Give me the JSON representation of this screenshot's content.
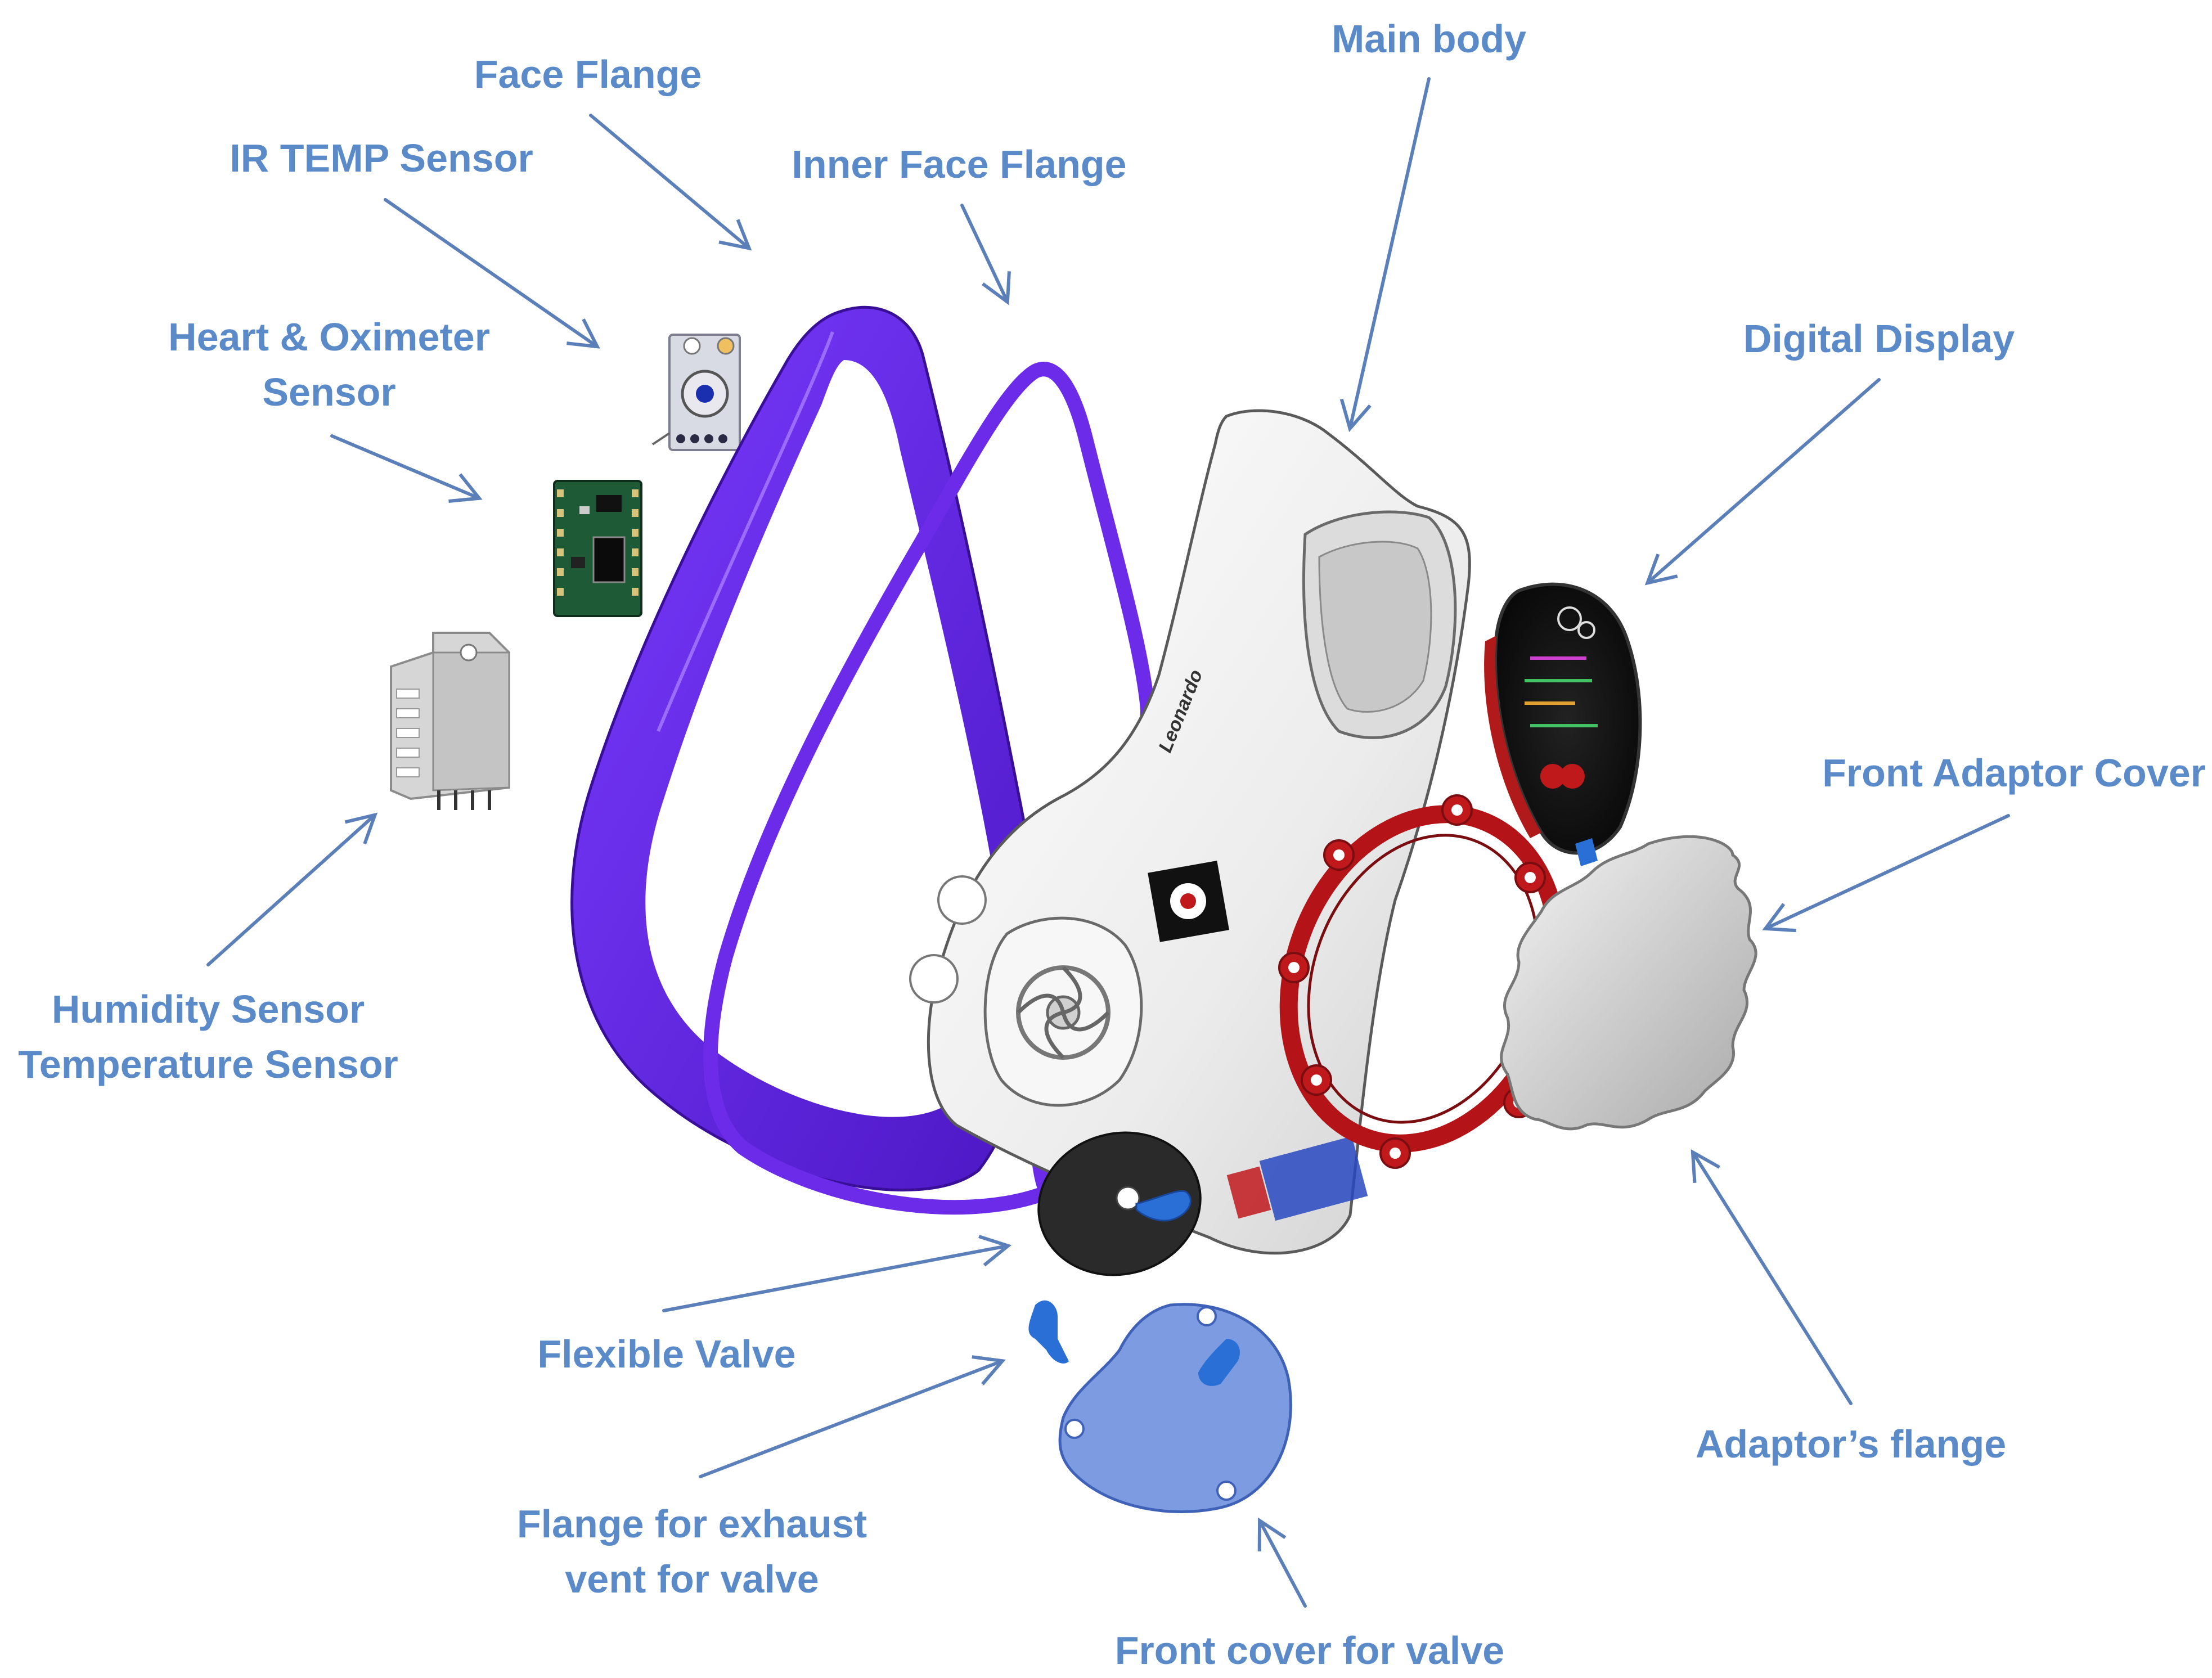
{
  "colors": {
    "label": "#5b8ac9",
    "arrow": "#5b7fb8",
    "face_flange": "#6a2cf0",
    "face_flange_dark": "#4b16b8",
    "inner_flange": "#6b2be8",
    "main_body": "#f2f2f2",
    "adaptor_flange": "#c0191c",
    "valve_blue": "#2a6fd6",
    "valve_cover": "#7c9be0",
    "display_dark": "#1a1a1a",
    "pcb_green": "#1f5a36",
    "sensor_gray": "#c9c9cc"
  },
  "labels": {
    "main_body": "Main body",
    "face_flange": "Face Flange",
    "ir_temp": "IR TEMP Sensor",
    "inner_face_flange": "Inner Face Flange",
    "heart_line1": "Heart & Oximeter",
    "heart_line2": "Sensor",
    "digital_display": "Digital Display",
    "front_adaptor_cover": "Front Adaptor Cover",
    "humidity_line1": "Humidity Sensor",
    "humidity_line2": "Temperature Sensor",
    "flexible_valve": "Flexible Valve",
    "adaptors_flange": "Adaptor’s flange",
    "exhaust_line1": "Flange for exhaust",
    "exhaust_line2": "vent for valve",
    "front_cover_valve": "Front cover for valve"
  },
  "mask_branding": {
    "brand": "Leonardo"
  }
}
